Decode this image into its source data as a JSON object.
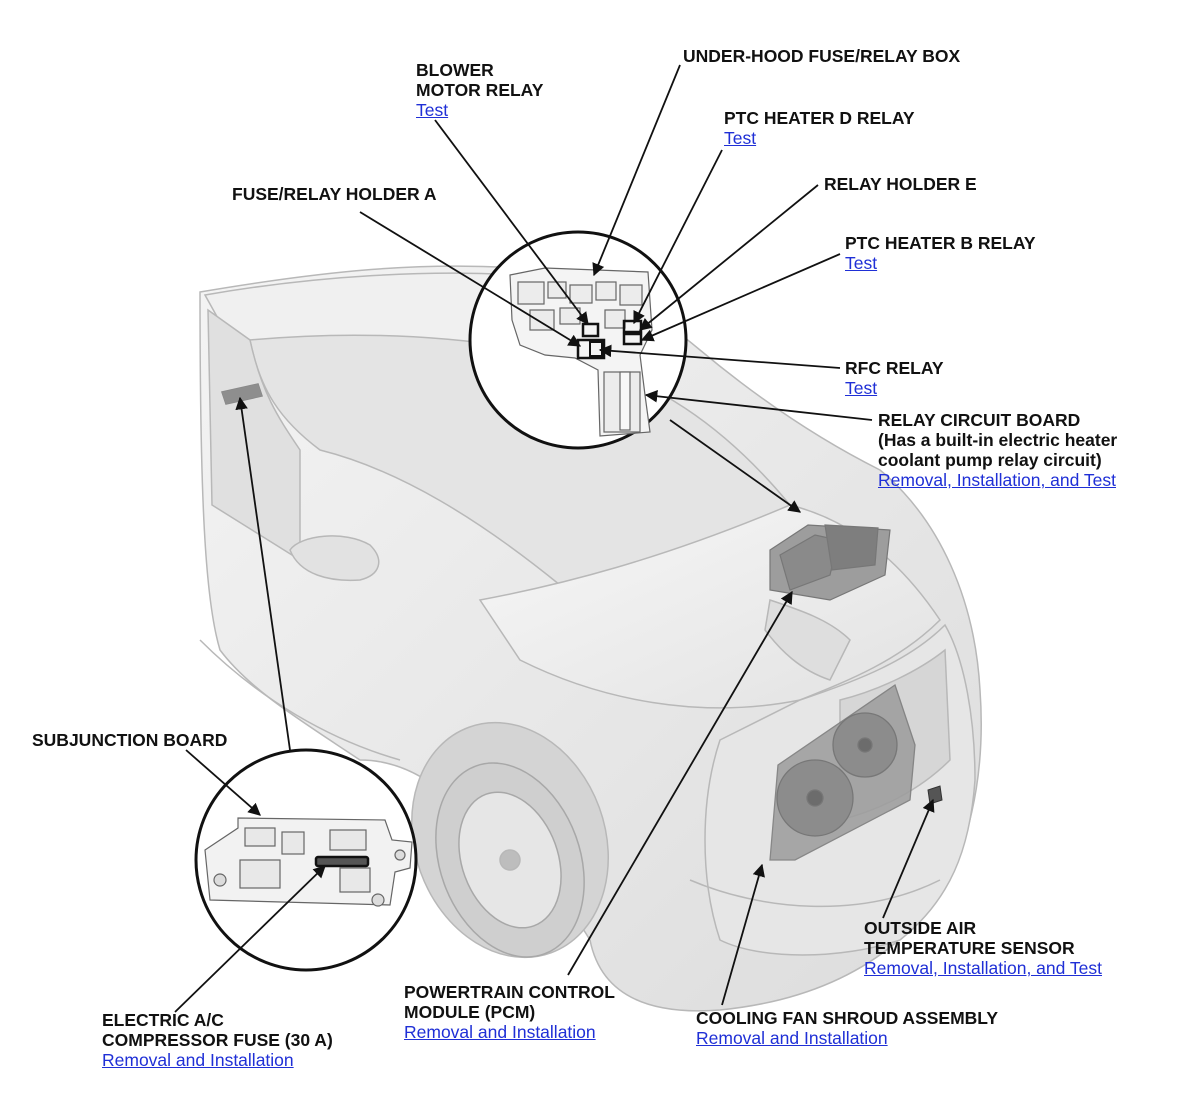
{
  "callouts": {
    "under_hood_box": {
      "lines": [
        "UNDER-HOOD FUSE/RELAY BOX"
      ]
    },
    "blower_relay": {
      "lines": [
        "BLOWER",
        "MOTOR RELAY"
      ],
      "link": "Test"
    },
    "ptc_d_relay": {
      "lines": [
        "PTC HEATER D RELAY"
      ],
      "link": "Test"
    },
    "relay_holder_e": {
      "lines": [
        "RELAY HOLDER E"
      ]
    },
    "fuse_relay_holder_a": {
      "lines": [
        "FUSE/RELAY HOLDER A"
      ]
    },
    "ptc_b_relay": {
      "lines": [
        "PTC HEATER B RELAY"
      ],
      "link": "Test"
    },
    "rfc_relay": {
      "lines": [
        "RFC RELAY"
      ],
      "link": "Test"
    },
    "relay_circuit_board": {
      "lines": [
        "RELAY CIRCUIT BOARD",
        "(Has a built-in electric heater",
        "coolant pump relay circuit)"
      ],
      "link": "Removal, Installation, and Test"
    },
    "subjunction_board": {
      "lines": [
        "SUBJUNCTION BOARD"
      ]
    },
    "ac_compressor_fuse": {
      "lines": [
        "ELECTRIC A/C",
        "COMPRESSOR FUSE (30 A)"
      ],
      "link": "Removal and Installation"
    },
    "pcm": {
      "lines": [
        "POWERTRAIN CONTROL",
        "MODULE (PCM)"
      ],
      "link": "Removal and Installation"
    },
    "cooling_fan_shroud": {
      "lines": [
        "COOLING FAN SHROUD ASSEMBLY"
      ],
      "link": "Removal and Installation"
    },
    "outside_air_temp_sensor": {
      "lines": [
        "OUTSIDE AIR",
        "TEMPERATURE SENSOR"
      ],
      "link": "Removal, Installation, and Test"
    }
  },
  "colors": {
    "link": "#1f2fd6",
    "text": "#111111",
    "line": "#111111",
    "vehicle_fill": "#ececec",
    "vehicle_stroke": "#b8b8b8"
  }
}
